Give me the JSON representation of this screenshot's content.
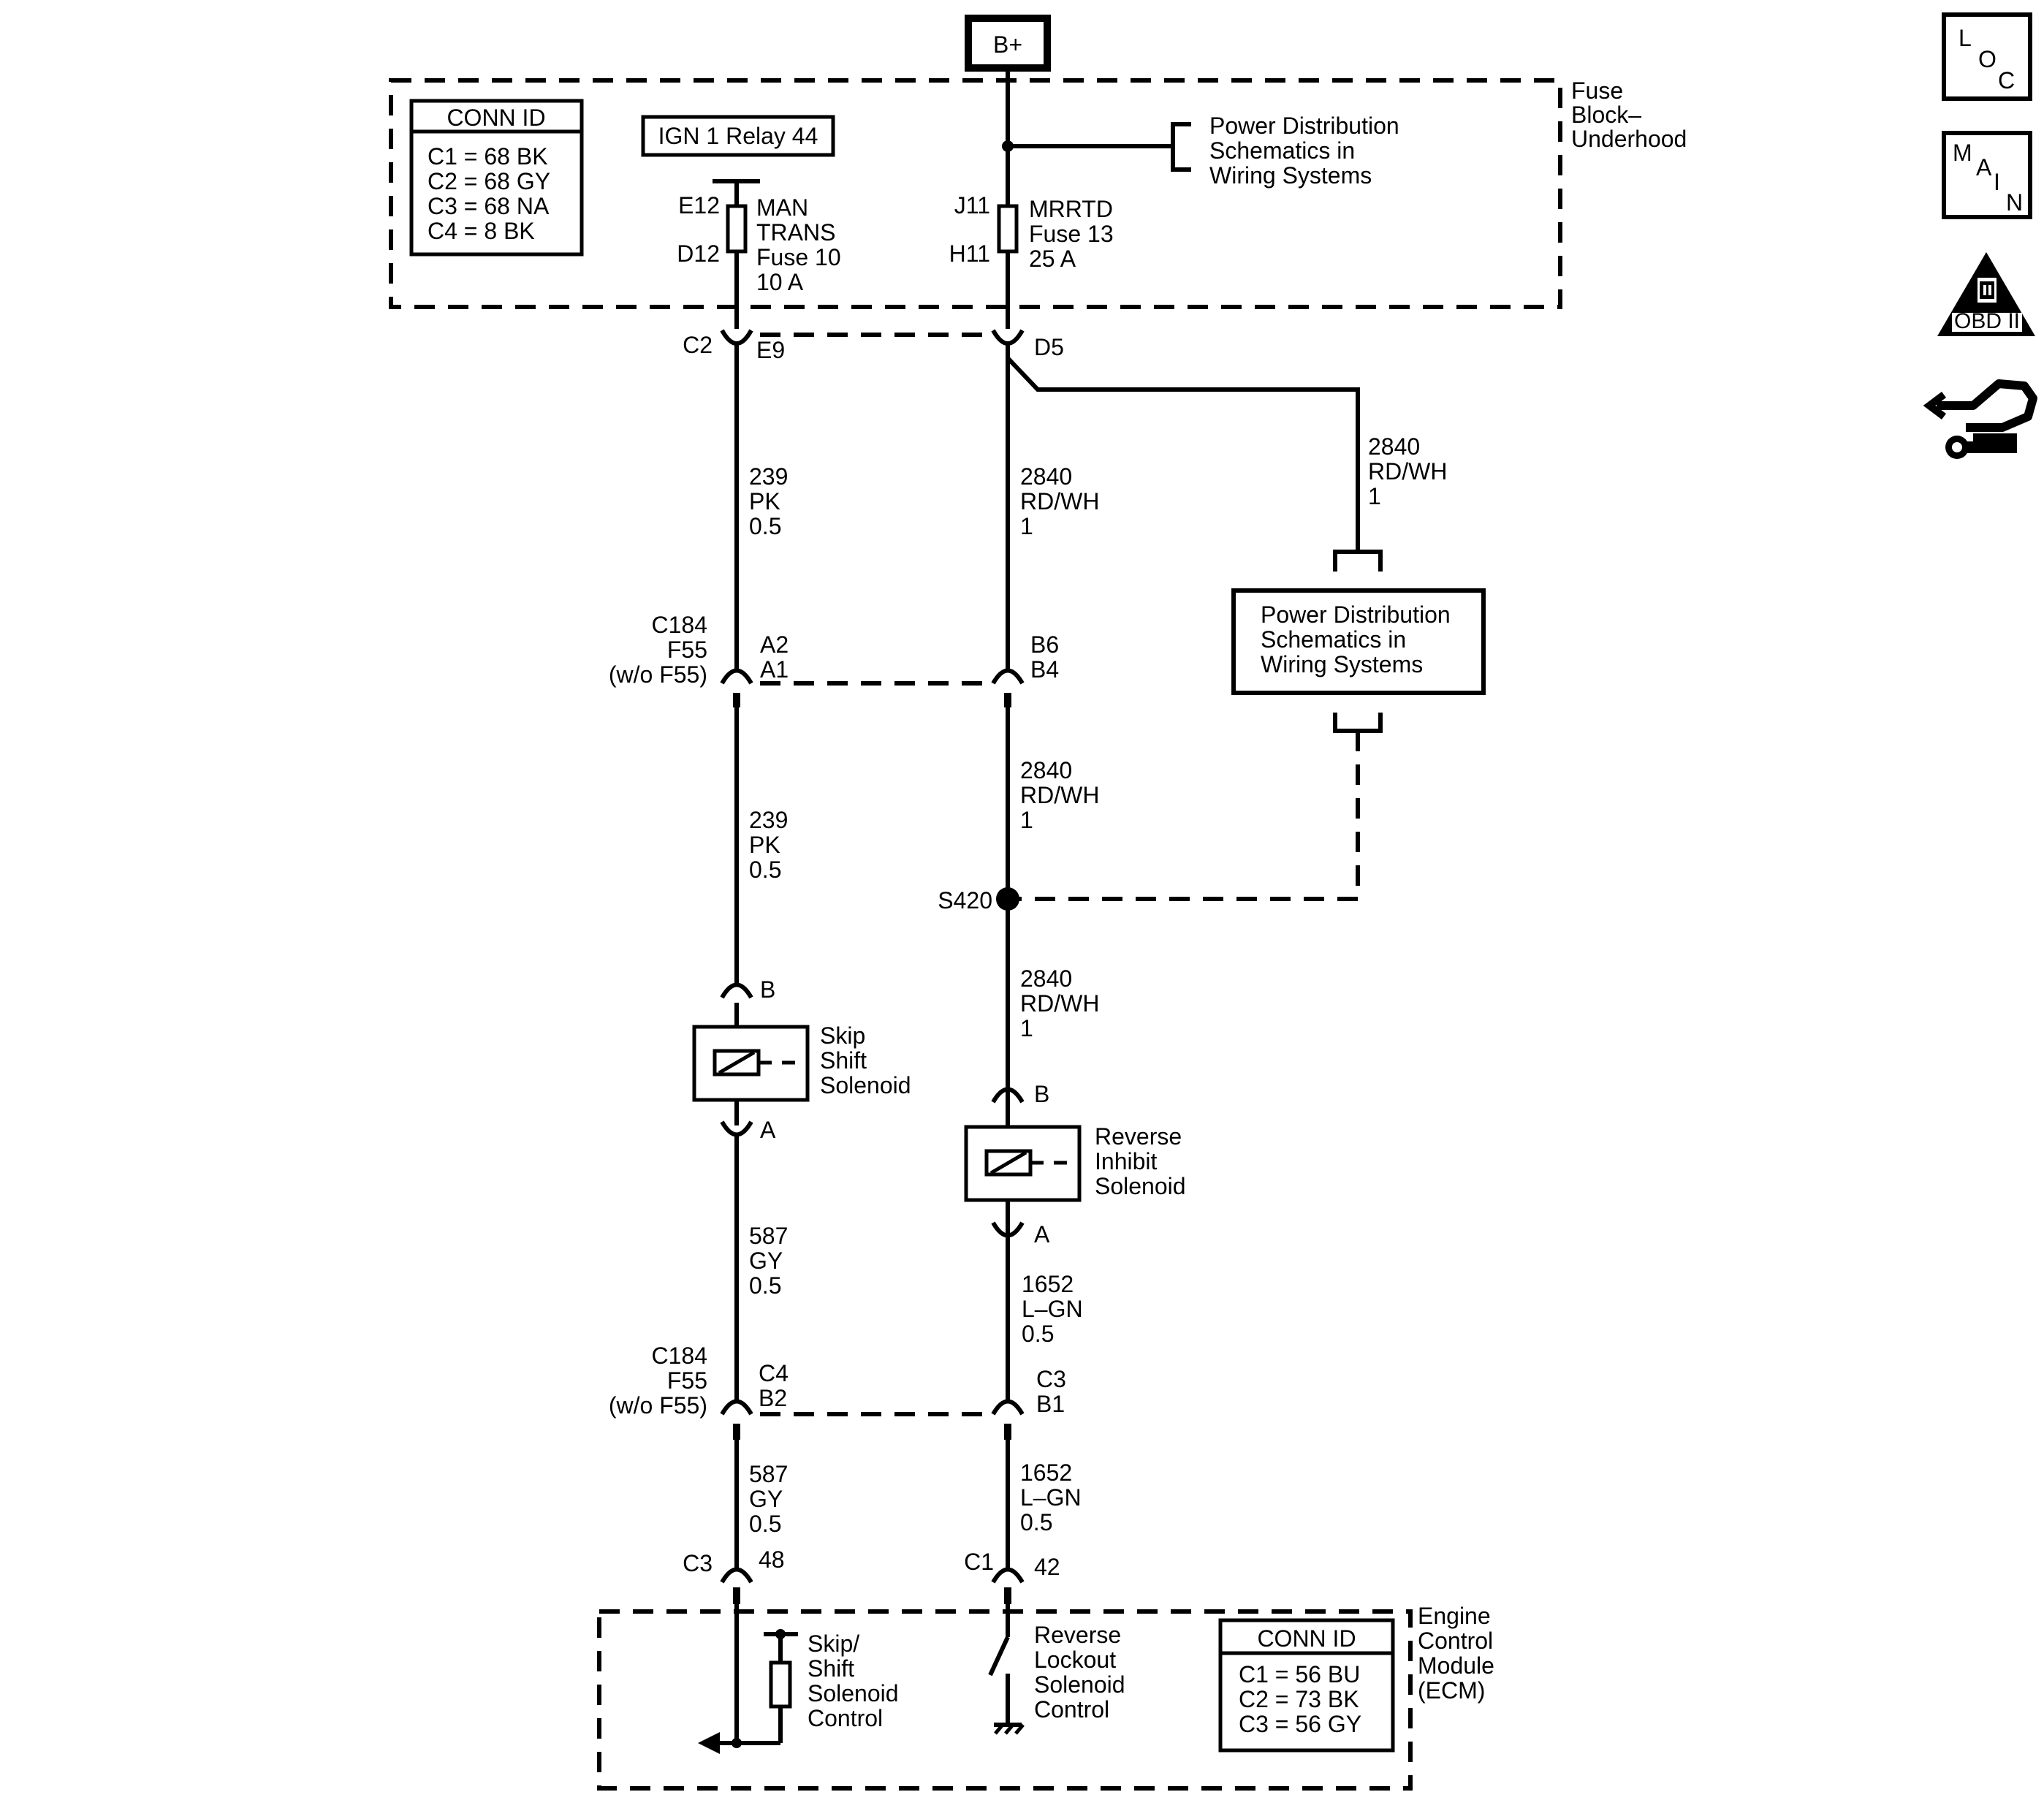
{
  "power_source": "B+",
  "fuse_block": {
    "title_lines": [
      "Fuse",
      "Block–",
      "Underhood"
    ],
    "conn_id": {
      "title": "CONN ID",
      "lines": [
        "C1 = 68 BK",
        "C2 = 68 GY",
        "C3 = 68 NA",
        "C4 = 8 BK"
      ]
    },
    "relay": "IGN 1 Relay 44",
    "fuse_left": {
      "top_pin": "E12",
      "bottom_pin": "D12",
      "lines": [
        "MAN",
        "TRANS",
        "Fuse 10",
        "10 A"
      ]
    },
    "fuse_right": {
      "top_pin": "J11",
      "bottom_pin": "H11",
      "lines": [
        "MRRTD",
        "Fuse 13",
        "25 A"
      ]
    },
    "pd_ref_top": [
      "Power Distribution",
      "Schematics in",
      "Wiring Systems"
    ]
  },
  "connectors": {
    "fb_left": {
      "conn": "C2",
      "pin": "E9"
    },
    "fb_right": {
      "pin": "D5"
    },
    "c184_top": {
      "name_lines": [
        "C184",
        "F55",
        "(w/o F55)"
      ],
      "left_pins": [
        "A2",
        "A1"
      ],
      "right_pins": [
        "B6",
        "B4"
      ]
    },
    "c184_bottom": {
      "name_lines": [
        "C184",
        "F55",
        "(w/o F55)"
      ],
      "left_pins": [
        "C4",
        "B2"
      ],
      "right_pins": [
        "C3",
        "B1"
      ]
    },
    "ecm_left": {
      "conn": "C3",
      "pin": "48"
    },
    "ecm_right": {
      "conn": "C1",
      "pin": "42"
    }
  },
  "wires": {
    "w239_top": [
      "239",
      "PK",
      "0.5"
    ],
    "w239_mid": [
      "239",
      "PK",
      "0.5"
    ],
    "w2840_top": [
      "2840",
      "RD/WH",
      "1"
    ],
    "w2840_branch": [
      "2840",
      "RD/WH",
      "1"
    ],
    "w2840_mid": [
      "2840",
      "RD/WH",
      "1"
    ],
    "w2840_low": [
      "2840",
      "RD/WH",
      "1"
    ],
    "w587_top": [
      "587",
      "GY",
      "0.5"
    ],
    "w587_bot": [
      "587",
      "GY",
      "0.5"
    ],
    "w1652_top": [
      "1652",
      "L–GN",
      "0.5"
    ],
    "w1652_bot": [
      "1652",
      "L–GN",
      "0.5"
    ]
  },
  "pd_ref_mid": [
    "Power Distribution",
    "Schematics in",
    "Wiring Systems"
  ],
  "splice": "S420",
  "skip_solenoid": {
    "lines": [
      "Skip",
      "Shift",
      "Solenoid"
    ],
    "pin_top": "B",
    "pin_bottom": "A"
  },
  "reverse_solenoid": {
    "lines": [
      "Reverse",
      "Inhibit",
      "Solenoid"
    ],
    "pin_top": "B",
    "pin_bottom": "A"
  },
  "ecm": {
    "title_lines": [
      "Engine",
      "Control",
      "Module",
      "(ECM)"
    ],
    "conn_id": {
      "title": "CONN ID",
      "lines": [
        "C1 = 56 BU",
        "C2 = 73 BK",
        "C3 = 56 GY"
      ]
    },
    "skip_control": [
      "Skip/",
      "Shift",
      "Solenoid",
      "Control"
    ],
    "reverse_control": [
      "Reverse",
      "Lockout",
      "Solenoid",
      "Control"
    ]
  },
  "side_icons": {
    "loc": [
      "L",
      "O",
      "C"
    ],
    "main": [
      "M",
      "A",
      "I",
      "N"
    ],
    "obd": {
      "roman": "II",
      "label": "OBD II"
    },
    "icon_names": [
      "loc-icon",
      "main-icon",
      "obd-ii-icon",
      "wrench-icon"
    ]
  }
}
